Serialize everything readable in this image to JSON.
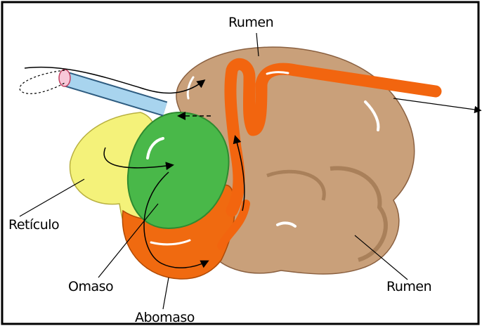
{
  "labels": {
    "rumen_top": "Rumen",
    "reticulo": "Retículo",
    "omaso": "Omaso",
    "abomaso": "Abomaso",
    "rumen_bottom": "Rumen"
  },
  "colors": {
    "background": "#ffffff",
    "border": "#000000",
    "rumen": "#c9a07a",
    "rumen_dark": "#a9805a",
    "reticulo": "#f4f27a",
    "omaso": "#49b849",
    "omaso_dark": "#2e8a30",
    "abomaso": "#f06a10",
    "intestine": "#f2650f",
    "esophagus": "#a8d4ee"
  }
}
